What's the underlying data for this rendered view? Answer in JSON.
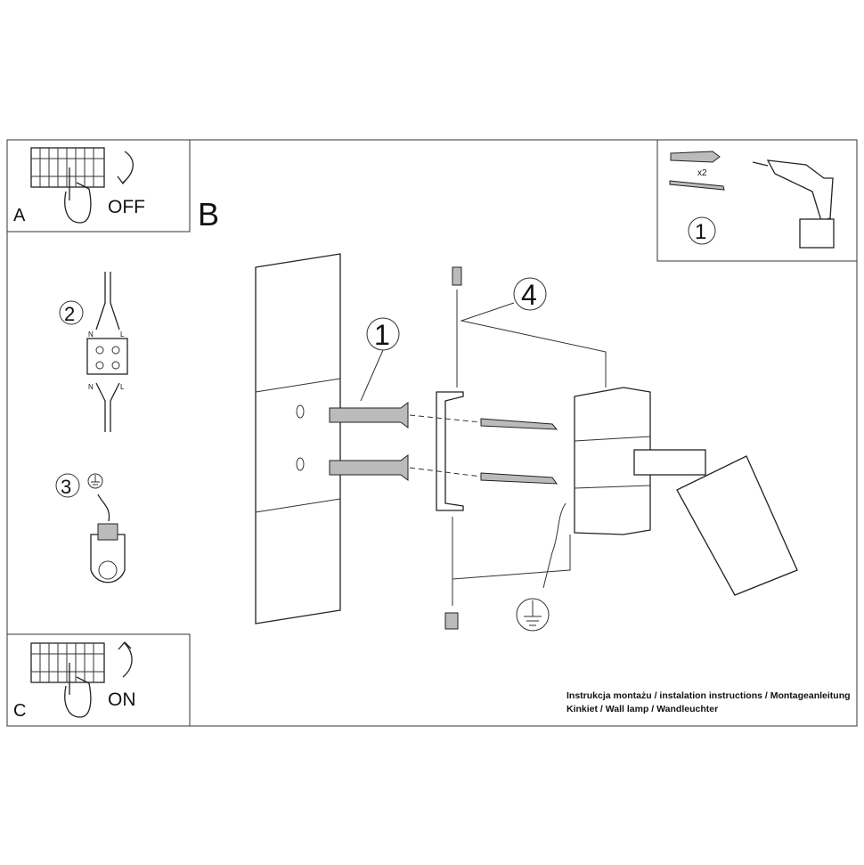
{
  "steps": {
    "a": {
      "letter": "A",
      "label": "OFF"
    },
    "b": {
      "letter": "B"
    },
    "c": {
      "letter": "C",
      "label": "ON"
    },
    "tools": {
      "step": "1",
      "quantity": "x2"
    },
    "wiring": {
      "step": "2",
      "n_top": "N",
      "l_top": "L",
      "n_bottom": "N",
      "l_bottom": "L"
    },
    "ground": {
      "step": "3"
    },
    "callouts": {
      "dowels": "1",
      "bracket": "4"
    }
  },
  "footer": {
    "line1": "Instrukcja montażu / instalation instructions / Montageanleitung",
    "line2": "Kinkiet / Wall lamp / Wandleuchter"
  }
}
